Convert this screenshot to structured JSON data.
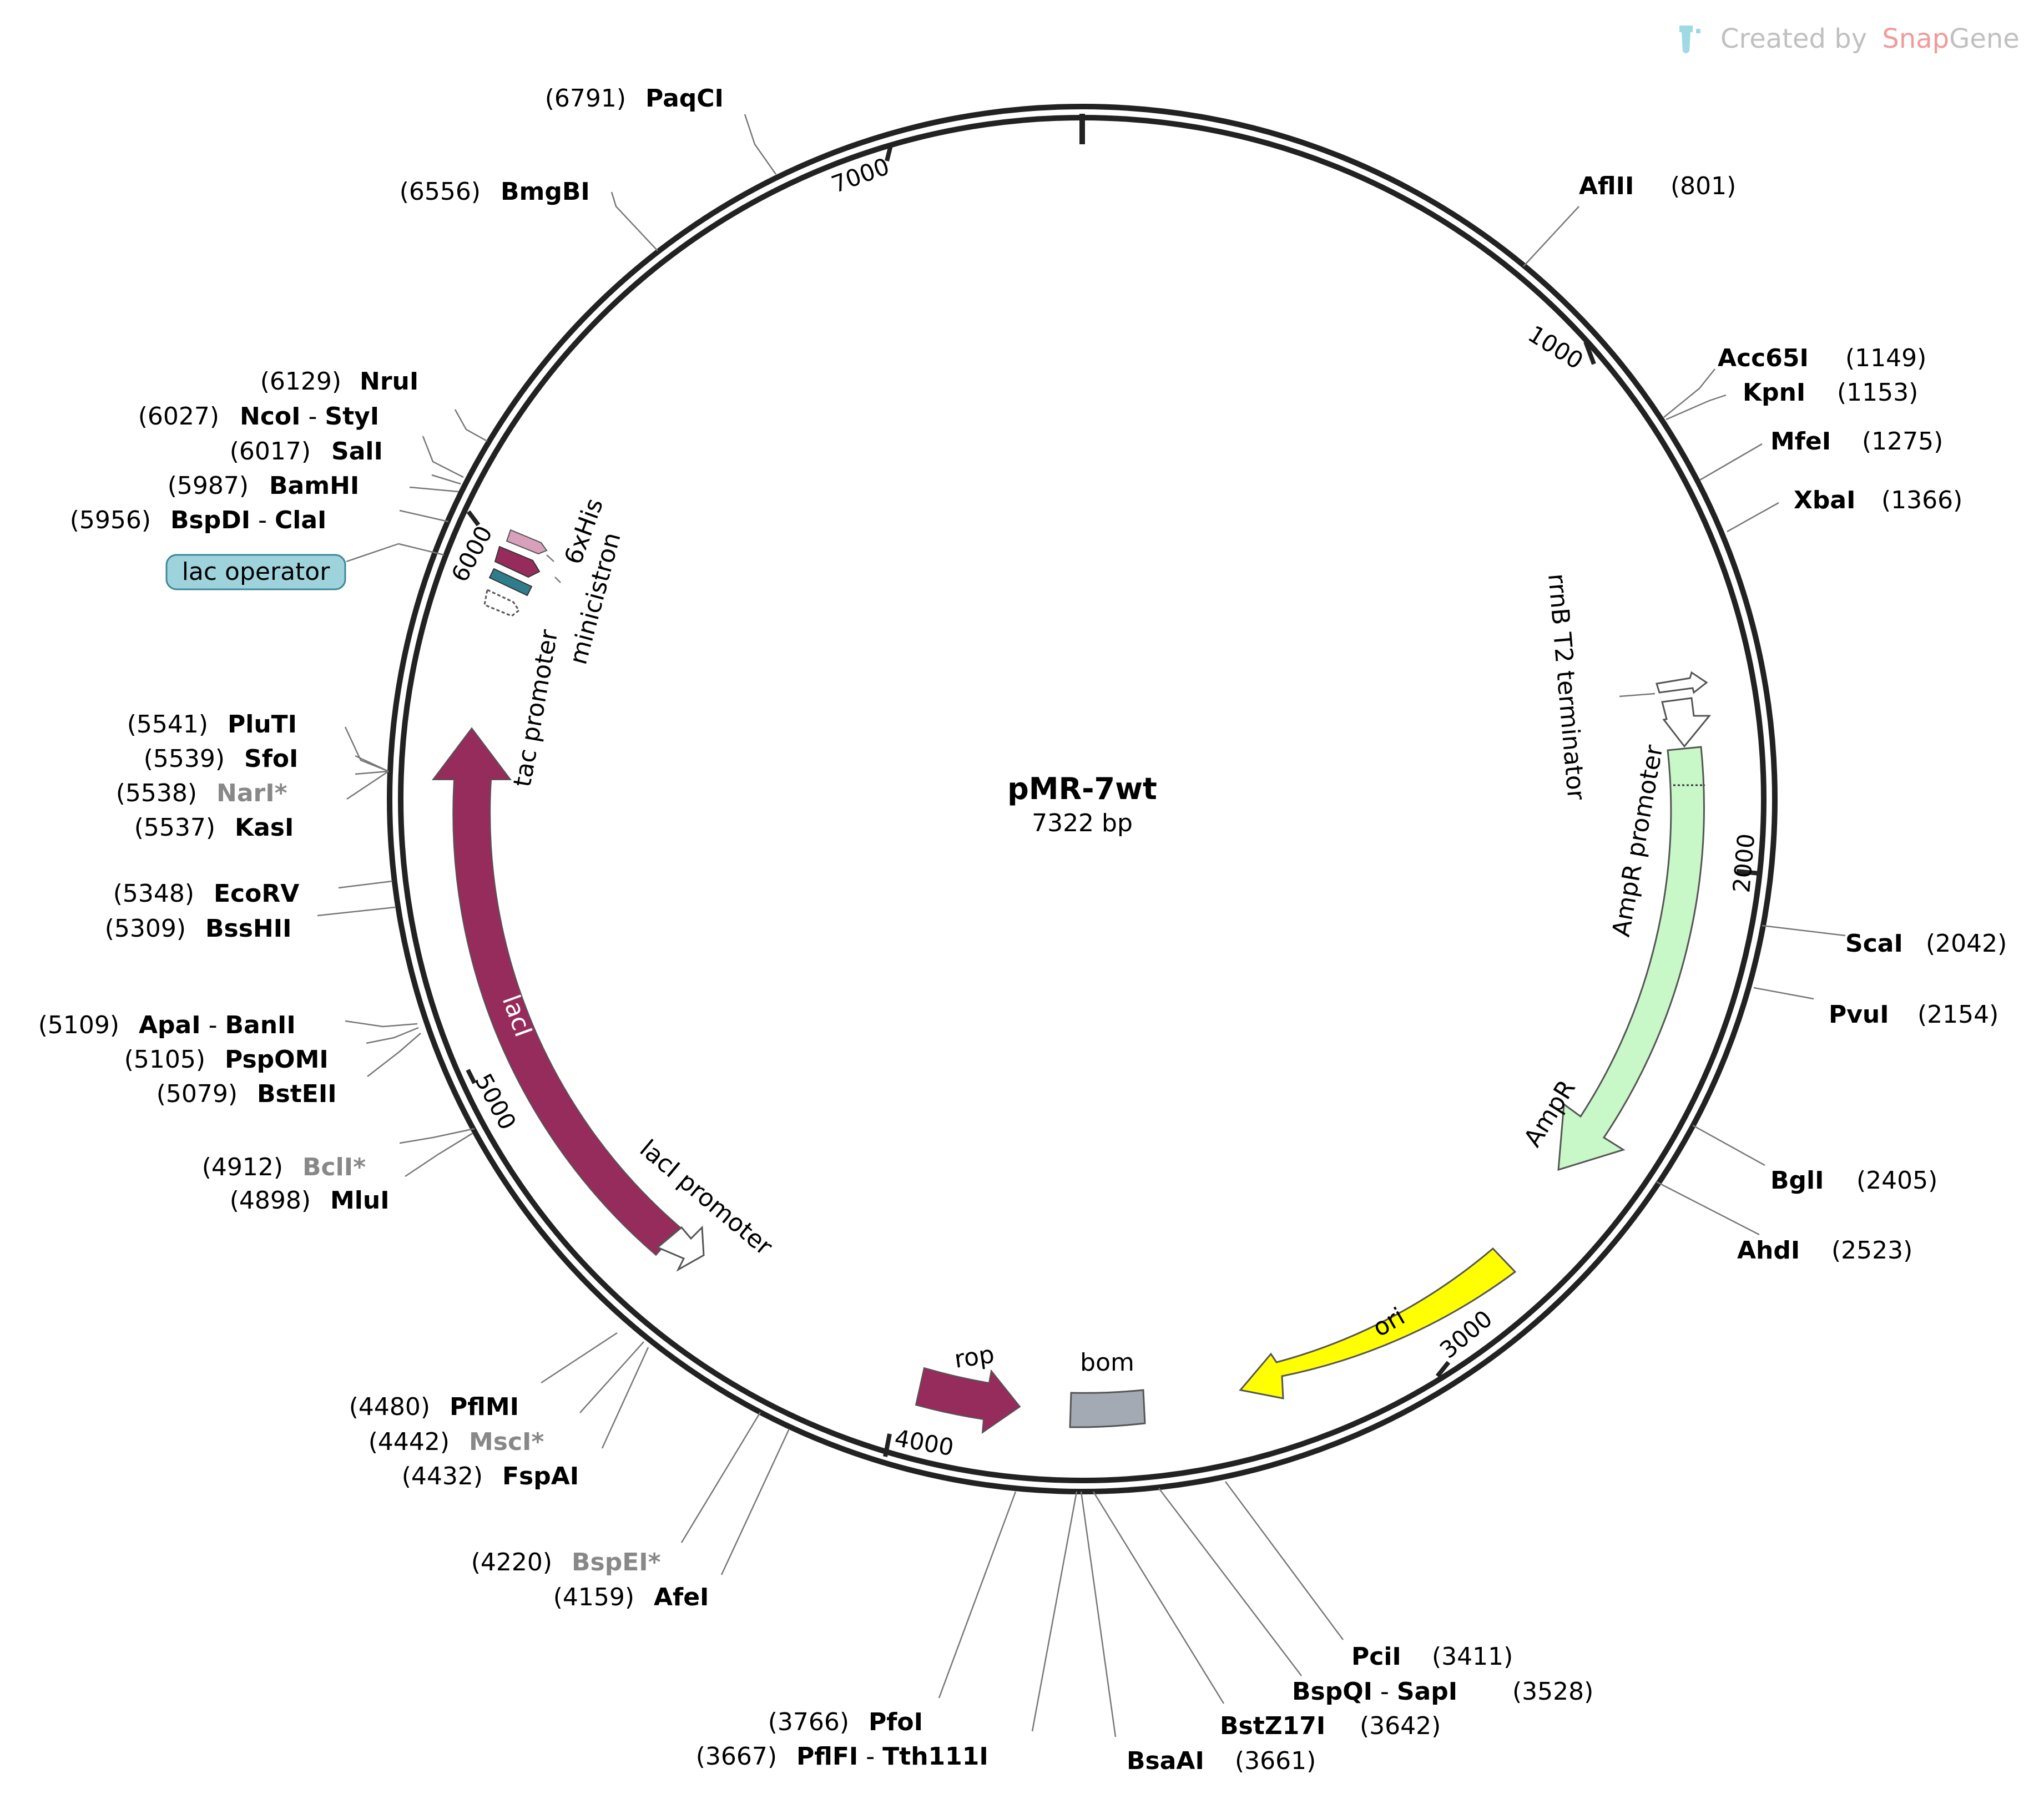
{
  "plasmid": {
    "name": "pMR-7wt",
    "length_label": "7322 bp",
    "length": 7322
  },
  "branding": {
    "prefix": "Created by",
    "snap": "Snap",
    "gene": "Gene"
  },
  "colors": {
    "lacI": "#962c5c",
    "AmpR": "#c8f7c8",
    "ori": "#ffff00",
    "rop": "#962c5c",
    "bom": "#a3aab3",
    "lac_operator": "#9fd3dc",
    "his": "#962c5c",
    "minicistron": "#d9a0bb",
    "tac": "#2f7d8c"
  },
  "ticks": [
    {
      "label": "1000"
    },
    {
      "label": "2000"
    },
    {
      "label": "3000"
    },
    {
      "label": "4000"
    },
    {
      "label": "5000"
    },
    {
      "label": "6000"
    },
    {
      "label": "7000"
    }
  ],
  "features": {
    "lacI": "lacI",
    "lacI_promoter": "lacI promoter",
    "tac_promoter": "tac promoter",
    "minicistron": "minicistron",
    "his": "6xHis",
    "lac_operator": "lac operator",
    "rrnB": "rrnB T2 terminator",
    "AmpR_promoter": "AmpR promoter",
    "AmpR": "AmpR",
    "ori": "ori",
    "rop": "rop",
    "bom": "bom"
  },
  "sites": [
    {
      "name": "PaqCI",
      "pos": "(6791)"
    },
    {
      "name": "BmgBI",
      "pos": "(6556)"
    },
    {
      "name": "AflII",
      "pos": "(801)"
    },
    {
      "name": "Acc65I",
      "pos": "(1149)"
    },
    {
      "name": "KpnI",
      "pos": "(1153)"
    },
    {
      "name": "MfeI",
      "pos": "(1275)"
    },
    {
      "name": "XbaI",
      "pos": "(1366)"
    },
    {
      "name": "NruI",
      "pos": "(6129)"
    },
    {
      "name": "NcoI",
      "name2": "StyI",
      "pos": "(6027)"
    },
    {
      "name": "SalI",
      "pos": "(6017)"
    },
    {
      "name": "BamHI",
      "pos": "(5987)"
    },
    {
      "name": "BspDI",
      "name2": "ClaI",
      "pos": "(5956)"
    },
    {
      "name": "PluTI",
      "pos": "(5541)"
    },
    {
      "name": "SfoI",
      "pos": "(5539)"
    },
    {
      "name": "NarI*",
      "pos": "(5538)"
    },
    {
      "name": "KasI",
      "pos": "(5537)"
    },
    {
      "name": "EcoRV",
      "pos": "(5348)"
    },
    {
      "name": "BssHII",
      "pos": "(5309)"
    },
    {
      "name": "ApaI",
      "name2": "BanII",
      "pos": "(5109)"
    },
    {
      "name": "PspOMI",
      "pos": "(5105)"
    },
    {
      "name": "BstEII",
      "pos": "(5079)"
    },
    {
      "name": "BclI*",
      "pos": "(4912)"
    },
    {
      "name": "MluI",
      "pos": "(4898)"
    },
    {
      "name": "ScaI",
      "pos": "(2042)"
    },
    {
      "name": "PvuI",
      "pos": "(2154)"
    },
    {
      "name": "BglI",
      "pos": "(2405)"
    },
    {
      "name": "AhdI",
      "pos": "(2523)"
    },
    {
      "name": "PflMI",
      "pos": "(4480)"
    },
    {
      "name": "MscI*",
      "pos": "(4442)"
    },
    {
      "name": "FspAI",
      "pos": "(4432)"
    },
    {
      "name": "BspEI*",
      "pos": "(4220)"
    },
    {
      "name": "AfeI",
      "pos": "(4159)"
    },
    {
      "name": "PciI",
      "pos": "(3411)"
    },
    {
      "name": "BspQI",
      "name2": "SapI",
      "pos": "(3528)"
    },
    {
      "name": "BstZ17I",
      "pos": "(3642)"
    },
    {
      "name": "BsaAI",
      "pos": "(3661)"
    },
    {
      "name": "PfoI",
      "pos": "(3766)"
    },
    {
      "name": "PflFI",
      "name2": "Tth111I",
      "pos": "(3667)"
    }
  ]
}
